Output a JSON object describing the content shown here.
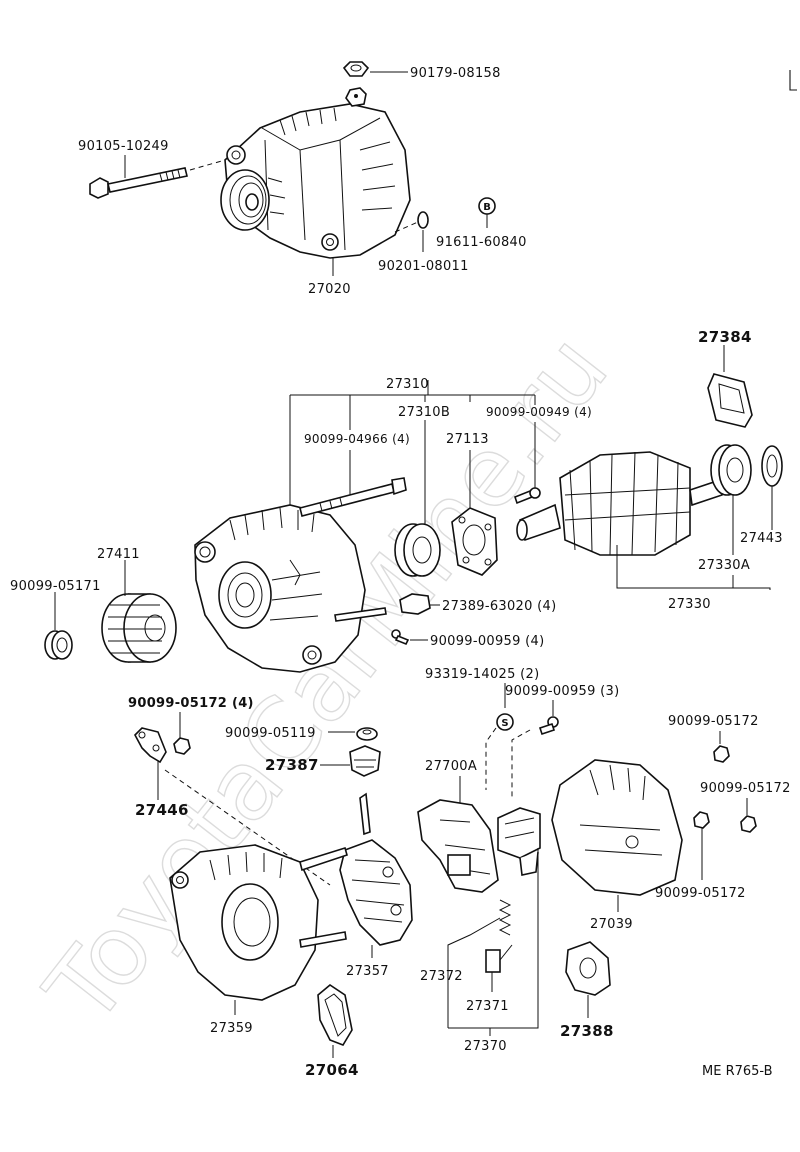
{
  "watermark": "ToyotaCarMine.ru",
  "diagram_ref": "ME R765-B",
  "labels": {
    "p90179_08158": "90179-08158",
    "p90105_10249": "90105-10249",
    "p91611_60840": "91611-60840",
    "p90201_08011": "90201-08011",
    "p27020": "27020",
    "p27384": "27384",
    "p27310": "27310",
    "p27310B": "27310B",
    "p90099_00949": "90099-00949 (4)",
    "p90099_04966": "90099-04966 (4)",
    "p27113": "27113",
    "p27443": "27443",
    "p27411": "27411",
    "p27330A": "27330A",
    "p90099_05171": "90099-05171",
    "p27389_63020": "27389-63020 (4)",
    "p27330": "27330",
    "p90099_00959_4": "90099-00959 (4)",
    "p93319_14025": "93319-14025 (2)",
    "p90099_00959_3": "90099-00959 (3)",
    "p90099_05172_4": "90099-05172 (4)",
    "p90099_05172_a": "90099-05172",
    "p90099_05119": "90099-05119",
    "p27387": "27387",
    "p27700A": "27700A",
    "p90099_05172_b": "90099-05172",
    "p27446": "27446",
    "p90099_05172_c": "90099-05172",
    "p27039": "27039",
    "p27372": "27372",
    "p27357": "27357",
    "p27359": "27359",
    "p27371": "27371",
    "p27388": "27388",
    "p27370": "27370",
    "p27064": "27064"
  },
  "markers": {
    "b": "B",
    "s": "S"
  }
}
